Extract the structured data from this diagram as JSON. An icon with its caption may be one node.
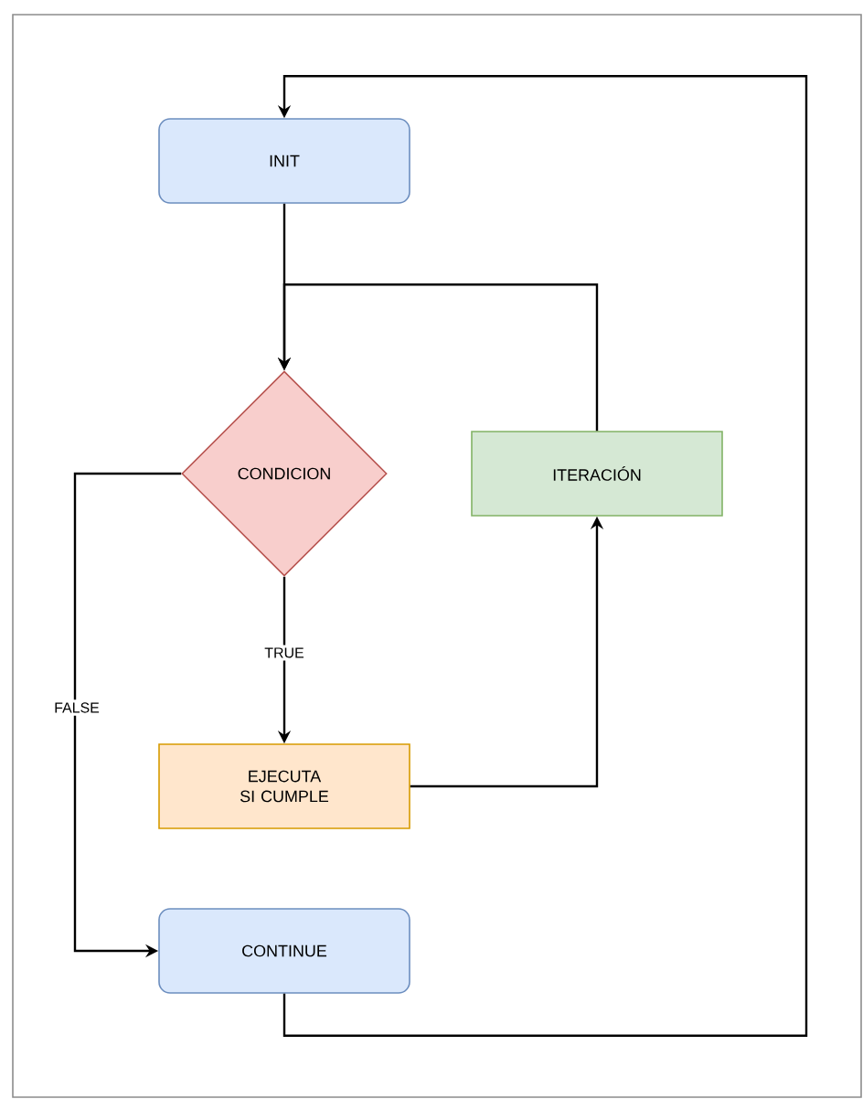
{
  "diagram": {
    "nodes": [
      {
        "text": [
          "INIT"
        ]
      },
      {
        "text": [
          "CONDICION"
        ]
      },
      {
        "text": [
          "ITERACIÓN"
        ]
      },
      {
        "text": [
          "EJECUTA SI CUMPLE"
        ]
      },
      {
        "text": [
          "CONTINUE"
        ]
      }
    ],
    "edges": [
      {
        "from": 0,
        "to": 1,
        "arrow": "to"
      },
      {
        "from": 1,
        "to": 3,
        "arrow": "to",
        "label": "TRUE"
      },
      {
        "from": 1,
        "to": 4,
        "arrow": "to",
        "label": "FALSE"
      },
      {
        "from": 3,
        "to": 2,
        "arrow": "to"
      },
      {
        "from": 2,
        "to": 1,
        "arrow": "to"
      },
      {
        "from": 4,
        "to": 0,
        "arrow": "to"
      }
    ]
  }
}
